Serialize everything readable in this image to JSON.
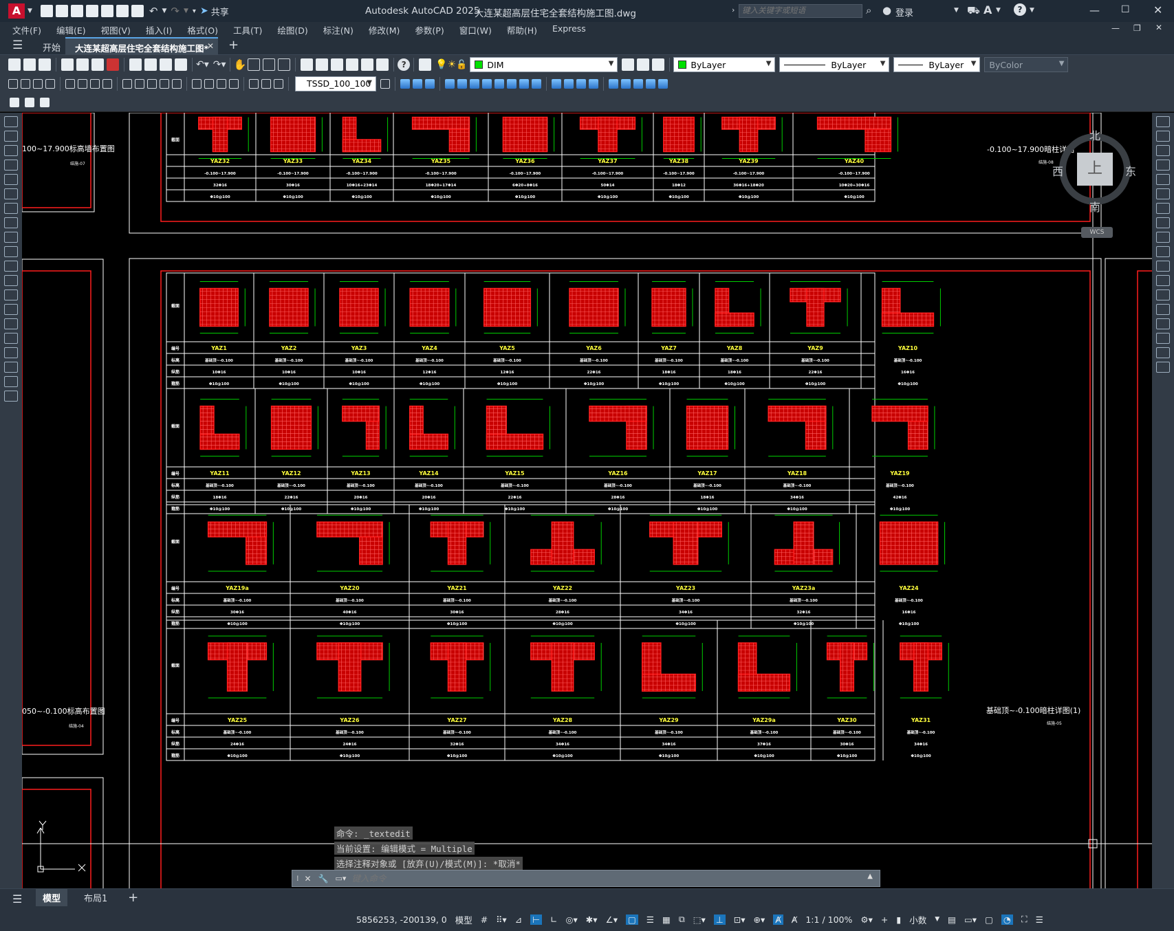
{
  "app": {
    "title": "Autodesk AutoCAD 2025",
    "document": "大连某超高层住宅全套结构施工图.dwg",
    "share_label": "共享",
    "search_placeholder": "键入关键字或短语",
    "login_label": "登录",
    "logo_letter": "A"
  },
  "menus": [
    "文件(F)",
    "编辑(E)",
    "视图(V)",
    "插入(I)",
    "格式(O)",
    "工具(T)",
    "绘图(D)",
    "标注(N)",
    "修改(M)",
    "参数(P)",
    "窗口(W)",
    "帮助(H)",
    "Express"
  ],
  "tabs": {
    "start": "开始",
    "active": "大连某超高层住宅全套结构施工图*"
  },
  "toolbar": {
    "layer": "DIM",
    "color": "ByLayer",
    "linetype": "ByLayer",
    "lineweight": "ByLayer",
    "plotstyle": "ByColor",
    "dimstyle": "TSSD_100_100"
  },
  "viewcube": {
    "north": "北",
    "south": "南",
    "east": "东",
    "west": "西",
    "top": "上",
    "wcs": "WCS"
  },
  "drawing": {
    "left_label_top": "100~17.900标高墙布置图",
    "left_label_top_sub": "结施-07",
    "left_label_bottom": "050~-0.100标高布置图",
    "left_label_bottom_sub": "结施-04",
    "right_label_top": "-0.100~17.900暗柱详图",
    "right_label_top_sub": "结施-08",
    "right_label_bottom": "基础顶~-0.100暗柱详图(1)",
    "right_label_bottom_sub": "结施-05",
    "top_table": {
      "names": [
        "YAZ32",
        "YAZ33",
        "YAZ34",
        "YAZ35",
        "YAZ36",
        "YAZ37",
        "YAZ38",
        "YAZ39",
        "YAZ40"
      ],
      "elev": "-0.100~17.900",
      "bars": [
        "32Φ16",
        "30Φ16",
        "10Φ16+23Φ14",
        "18Φ20+17Φ14",
        "6Φ20+8Φ16",
        "50Φ14",
        "18Φ12",
        "36Φ16+18Φ20",
        "10Φ20+30Φ16"
      ],
      "stir": "Φ10@100"
    },
    "row1": {
      "names": [
        "YAZ1",
        "YAZ2",
        "YAZ3",
        "YAZ4",
        "YAZ5",
        "YAZ6",
        "YAZ7",
        "YAZ8",
        "YAZ9",
        "YAZ10"
      ],
      "bars": [
        "10Φ16",
        "10Φ16",
        "10Φ16",
        "12Φ16",
        "12Φ16",
        "22Φ16",
        "18Φ16",
        "18Φ16",
        "22Φ16",
        "16Φ16"
      ]
    },
    "row2": {
      "names": [
        "YAZ11",
        "YAZ12",
        "YAZ13",
        "YAZ14",
        "YAZ15",
        "YAZ16",
        "YAZ17",
        "YAZ18",
        "YAZ19"
      ],
      "bars": [
        "18Φ16",
        "22Φ16",
        "20Φ16",
        "20Φ16",
        "22Φ16",
        "28Φ16",
        "18Φ16",
        "34Φ16",
        "42Φ16"
      ]
    },
    "row3": {
      "names": [
        "YAZ19a",
        "YAZ20",
        "YAZ21",
        "YAZ22",
        "YAZ23",
        "YAZ23a",
        "YAZ24"
      ],
      "bars": [
        "30Φ16",
        "40Φ16",
        "30Φ16",
        "28Φ16",
        "34Φ16",
        "32Φ16",
        "16Φ16"
      ]
    },
    "row4": {
      "names": [
        "YAZ25",
        "YAZ26",
        "YAZ27",
        "YAZ28",
        "YAZ29",
        "YAZ29a",
        "YAZ30",
        "YAZ31"
      ],
      "bars": [
        "24Φ16",
        "24Φ16",
        "32Φ16",
        "34Φ16",
        "34Φ16",
        "37Φ16",
        "30Φ16",
        "34Φ16"
      ]
    },
    "row_labels": {
      "section": "截面",
      "name": "编号",
      "elev": "标高",
      "bars": "纵筋",
      "stir": "箍筋"
    },
    "elev_low": "基础顶~-0.100",
    "stir_low": "Φ10@100"
  },
  "command": {
    "history": [
      "命令: _textedit",
      "当前设置: 编辑模式 = Multiple",
      "选择注释对象或 [放弃(U)/模式(M)]: *取消*"
    ],
    "placeholder": "键入命令"
  },
  "layout_tabs": [
    "模型",
    "布局1"
  ],
  "status": {
    "coords": "5856253, -200139, 0",
    "mode": "模型",
    "scale": "1:1 / 100%",
    "units": "小数"
  },
  "colors": {
    "red": "#ff1e1e",
    "green": "#00d000",
    "yellow": "#ffff3c",
    "white": "#ffffff"
  }
}
